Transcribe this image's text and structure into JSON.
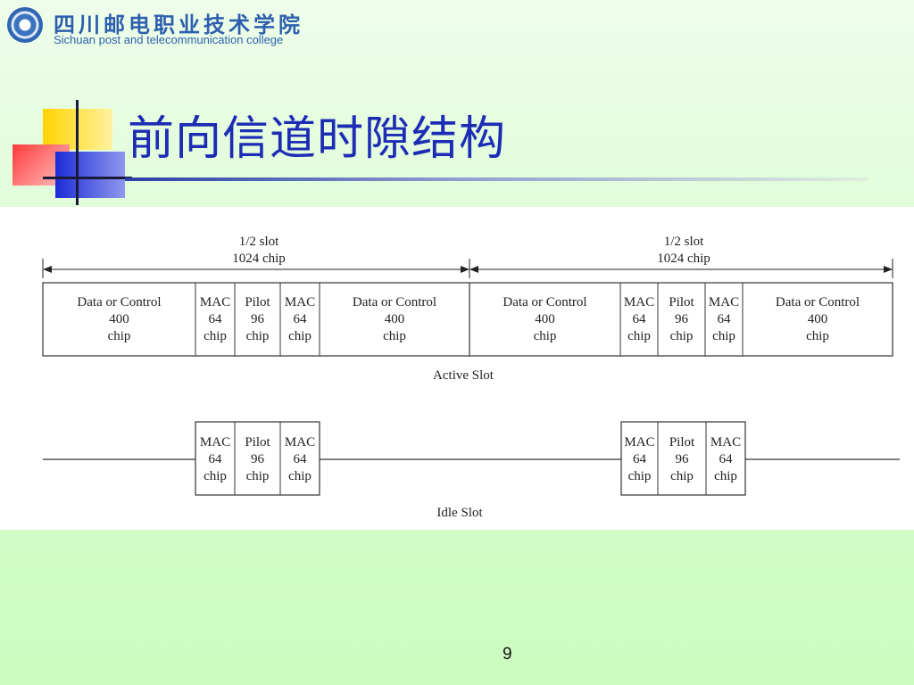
{
  "header": {
    "school_name_cn": "四川邮电职业技术学院",
    "school_name_en": "Sichuan  post and telecommunication college"
  },
  "slide": {
    "title": "前向信道时隙结构",
    "page_number": "9"
  },
  "diagram": {
    "half_slot": {
      "line1": "1/2 slot",
      "line2": "1024 chip"
    },
    "active_slot": {
      "caption": "Active Slot",
      "halves": [
        {
          "fields": [
            {
              "lines": [
                "Data or Control",
                "400",
                "chip"
              ]
            },
            {
              "lines": [
                "MAC",
                "64",
                "chip"
              ]
            },
            {
              "lines": [
                "Pilot",
                "96",
                "chip"
              ]
            },
            {
              "lines": [
                "MAC",
                "64",
                "chip"
              ]
            },
            {
              "lines": [
                "Data or Control",
                "400",
                "chip"
              ]
            }
          ]
        },
        {
          "fields": [
            {
              "lines": [
                "Data or Control",
                "400",
                "chip"
              ]
            },
            {
              "lines": [
                "MAC",
                "64",
                "chip"
              ]
            },
            {
              "lines": [
                "Pilot",
                "96",
                "chip"
              ]
            },
            {
              "lines": [
                "MAC",
                "64",
                "chip"
              ]
            },
            {
              "lines": [
                "Data or Control",
                "400",
                "chip"
              ]
            }
          ]
        }
      ]
    },
    "idle_slot": {
      "caption": "Idle Slot",
      "halves": [
        {
          "fields": [
            {
              "lines": [
                "MAC",
                "64",
                "chip"
              ]
            },
            {
              "lines": [
                "Pilot",
                "96",
                "chip"
              ]
            },
            {
              "lines": [
                "MAC",
                "64",
                "chip"
              ]
            }
          ]
        },
        {
          "fields": [
            {
              "lines": [
                "MAC",
                "64",
                "chip"
              ]
            },
            {
              "lines": [
                "Pilot",
                "96",
                "chip"
              ]
            },
            {
              "lines": [
                "MAC",
                "64",
                "chip"
              ]
            }
          ]
        }
      ]
    }
  }
}
